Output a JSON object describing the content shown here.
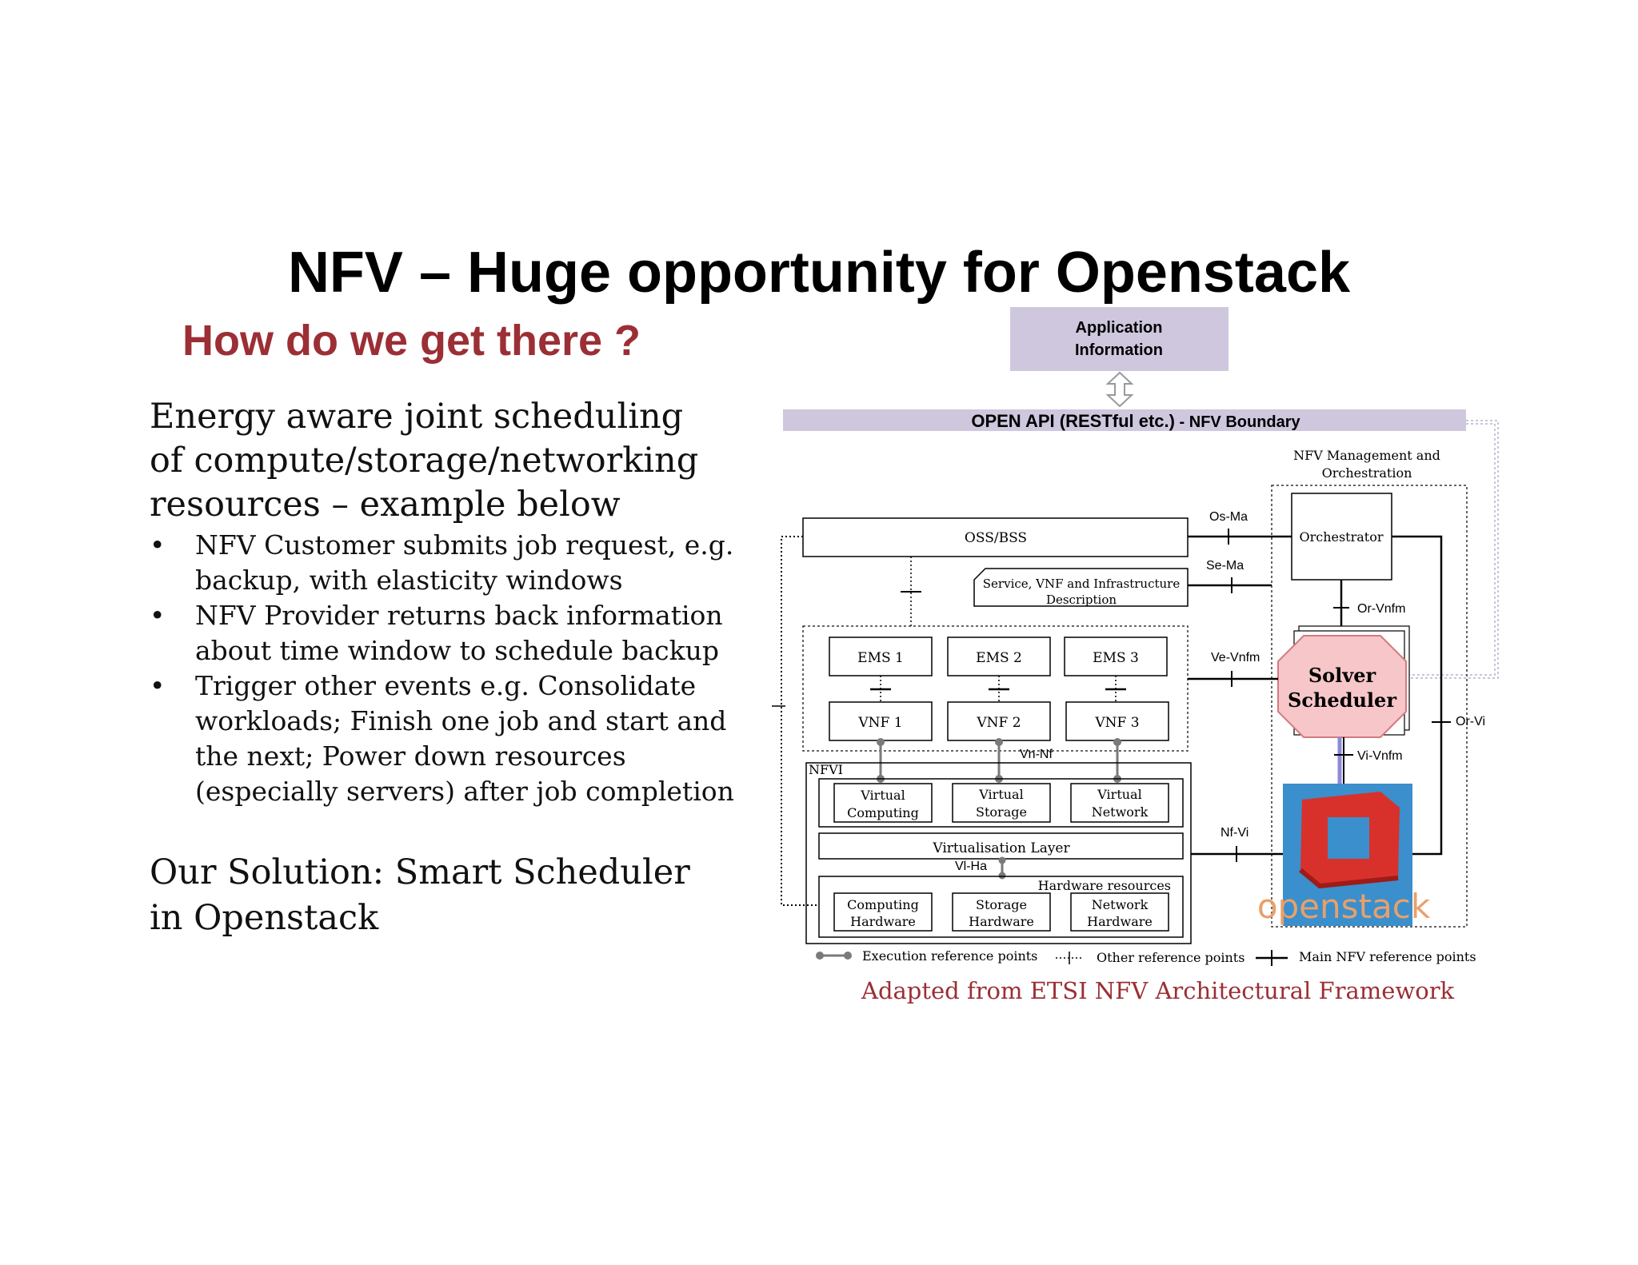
{
  "slide": {
    "title": "NFV – Huge opportunity for Openstack",
    "subtitle": "How do we get there ?",
    "intro": "Energy aware joint scheduling of compute/storage/networking resources – example below",
    "bullet_marker": "•",
    "bullets": [
      "NFV Customer submits job request, e.g. backup, with elasticity windows",
      "NFV Provider returns back information about time window to schedule backup",
      "Trigger other events e.g. Consolidate workloads; Finish one job and start and the next; Power down resources (especially servers) after job completion"
    ],
    "solution": "Our Solution: Smart Scheduler in Openstack",
    "caption": "Adapted from ETSI NFV Architectural Framework"
  },
  "diagram": {
    "app_info_line1": "Application",
    "app_info_line2": "Information",
    "open_api_bold": "OPEN API (RESTful etc.)",
    "open_api_rest": " - NFV Boundary",
    "mano_line1": "NFV Management and",
    "mano_line2": "Orchestration",
    "oss_bss": "OSS/BSS",
    "service_desc_line1": "Service, VNF and Infrastructure",
    "service_desc_line2": "Description",
    "orchestrator": "Orchestrator",
    "ems": [
      "EMS 1",
      "EMS 2",
      "EMS 3"
    ],
    "vnf": [
      "VNF 1",
      "VNF 2",
      "VNF 3"
    ],
    "nfvi": "NFVI",
    "virtual": [
      [
        "Virtual",
        "Computing"
      ],
      [
        "Virtual",
        "Storage"
      ],
      [
        "Virtual",
        "Network"
      ]
    ],
    "virtualisation_layer": "Virtualisation Layer",
    "hardware_resources": "Hardware resources",
    "hardware": [
      [
        "Computing",
        "Hardware"
      ],
      [
        "Storage",
        "Hardware"
      ],
      [
        "Network",
        "Hardware"
      ]
    ],
    "ref_points": {
      "os_ma": "Os-Ma",
      "se_ma": "Se-Ma",
      "or_vnfm": "Or-Vnfm",
      "ve_vnfm": "Ve-Vnfm",
      "vn_nf": "Vn-Nf",
      "vi_vnfm": "Vi-Vnfm",
      "or_vi": "Or-Vi",
      "nf_vi": "Nf-Vi",
      "vl_ha": "Vl-Ha"
    },
    "solver_line1": "Solver",
    "solver_line2": "Scheduler",
    "openstack": "openstack",
    "legend": [
      "Execution reference points",
      "Other reference points",
      "Main NFV reference points"
    ],
    "colors": {
      "api_bar": "#cfc7de",
      "solver_fill": "#f6c6c8",
      "solver_border": "#d47a80",
      "openstack_bg": "#3a8fcc",
      "openstack_red": "#d8312b"
    }
  }
}
